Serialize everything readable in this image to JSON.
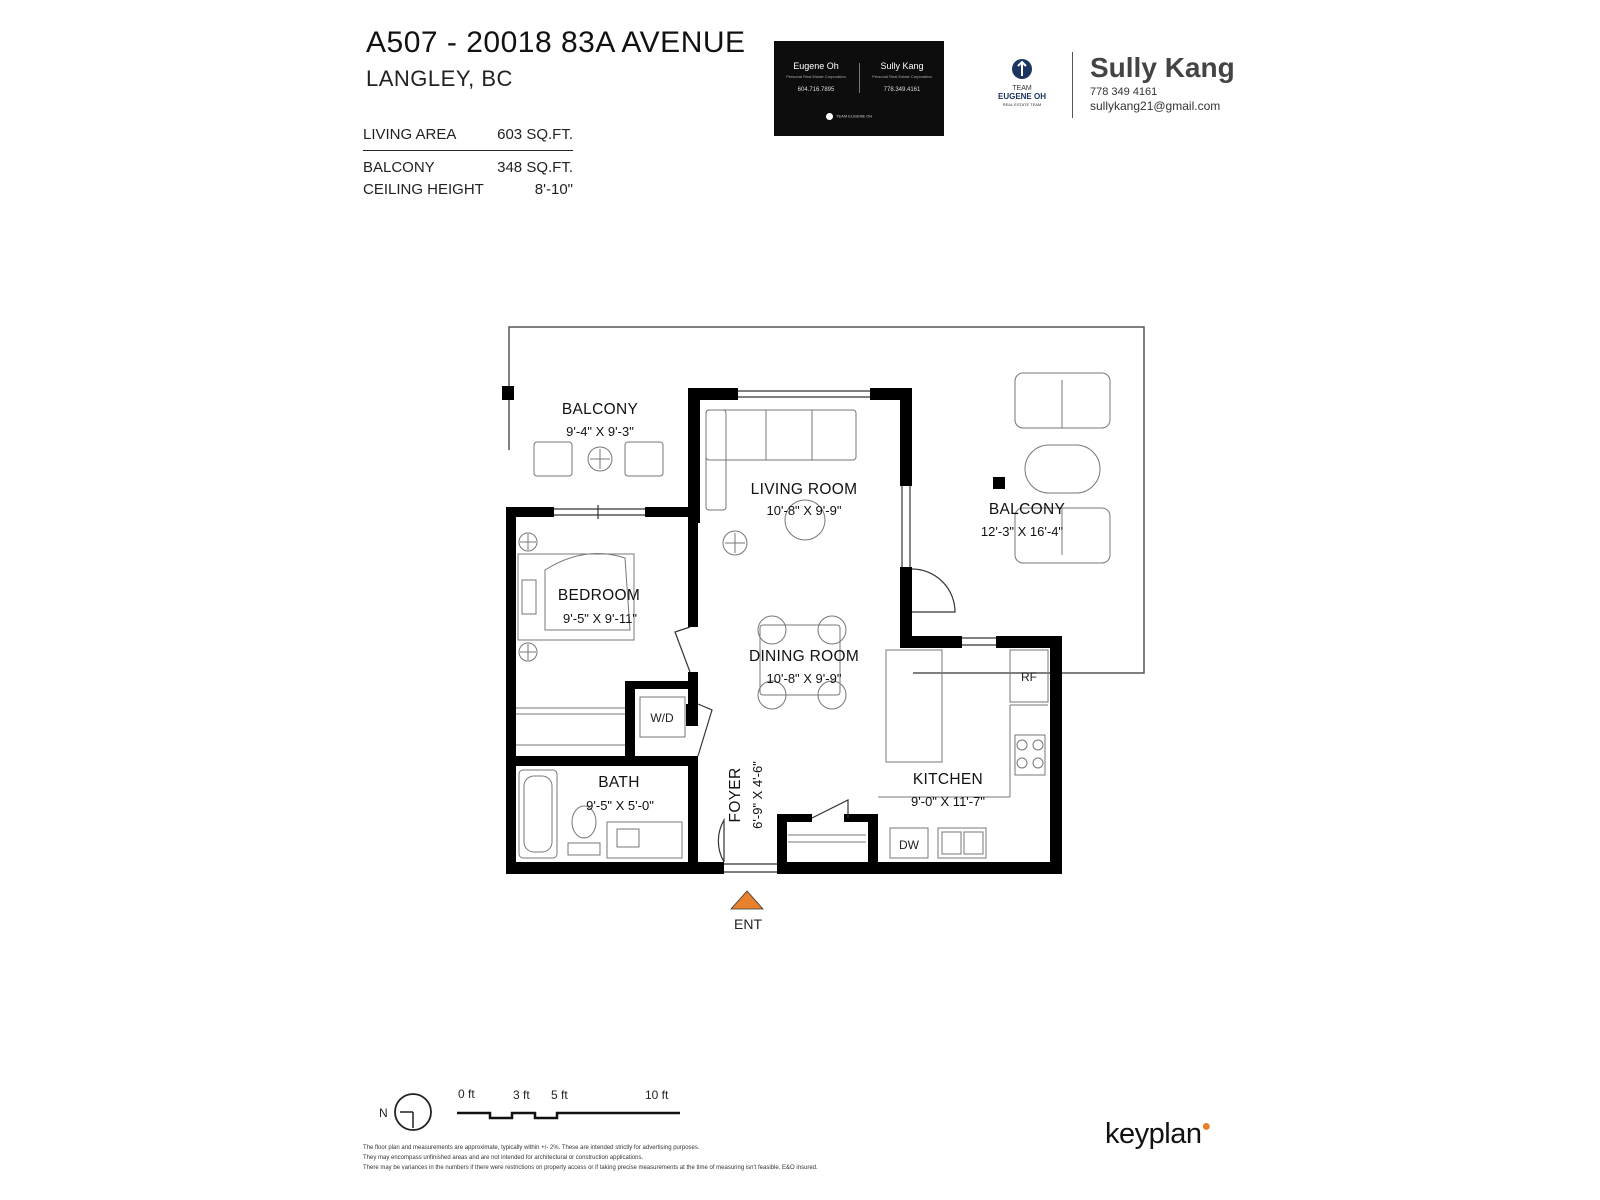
{
  "header": {
    "title": "A507 - 20018 83A AVENUE",
    "subtitle": "LANGLEY, BC"
  },
  "areas": {
    "living_area_label": "LIVING AREA",
    "living_area_value": "603 SQ.FT.",
    "balcony_label": "BALCONY",
    "balcony_value": "348 SQ.FT.",
    "ceiling_label": "CEILING HEIGHT",
    "ceiling_value": "8'-10\""
  },
  "card": {
    "agent1_name": "Eugene Oh",
    "agent1_phone": "604.716.7895",
    "agent2_name": "Sully Kang",
    "agent2_phone": "778.349.4161",
    "fine_text": "Personal Real Estate Corporation",
    "logo_text": "TEAM EUGENE OH"
  },
  "team_logo": {
    "line1": "TEAM",
    "line2": "EUGENE OH",
    "line3": "REAL ESTATE TEAM"
  },
  "agent": {
    "name": "Sully Kang",
    "phone": "778 349 4161",
    "email": "sullykang21@gmail.com"
  },
  "rooms": {
    "balcony_small": {
      "name": "BALCONY",
      "dims": "9'-4\"   X   9'-3\""
    },
    "living": {
      "name": "LIVING ROOM",
      "dims": "10'-8\"   X   9'-9\""
    },
    "balcony_large": {
      "name": "BALCONY",
      "dims": "12'-3\"   X   16'-4\""
    },
    "bedroom": {
      "name": "BEDROOM",
      "dims": "9'-5\"   X   9'-11\""
    },
    "dining": {
      "name": "DINING ROOM",
      "dims": "10'-8\"   X   9'-9\""
    },
    "bath": {
      "name": "BATH",
      "dims": "9'-5\"   X   5'-0\""
    },
    "foyer": {
      "name": "FOYER",
      "dims": "6'-9\"   X   4'-6\""
    },
    "kitchen": {
      "name": "KITCHEN",
      "dims": "9'-0\"   X   11'-7\""
    }
  },
  "fixtures": {
    "washer_dryer": "W/D",
    "fridge": "RF",
    "dishwasher": "DW"
  },
  "entry": {
    "label": "ENT"
  },
  "compass": {
    "label": "N"
  },
  "scale": {
    "tick0": "0 ft",
    "tick3": "3 ft",
    "tick5": "5 ft",
    "tick10": "10 ft"
  },
  "disclaimer": {
    "line1": "The floor plan and measurements are approximate, typically within +/- 2%. These are intended strictly for advertising purposes.",
    "line2": "They may encompass unfinished areas and are not intended for architectural or construction applications.",
    "line3": "There may be variances in the numbers if there were restrictions on property access or if taking precise measurements at the time of measuring isn't feasible. E&O insured."
  },
  "brand": {
    "keyplan": "keyplan"
  },
  "colors": {
    "wall": "#000000",
    "entry_marker": "#e7812b",
    "card_bg": "#0d0d0d",
    "logo_blue": "#1b3460"
  }
}
